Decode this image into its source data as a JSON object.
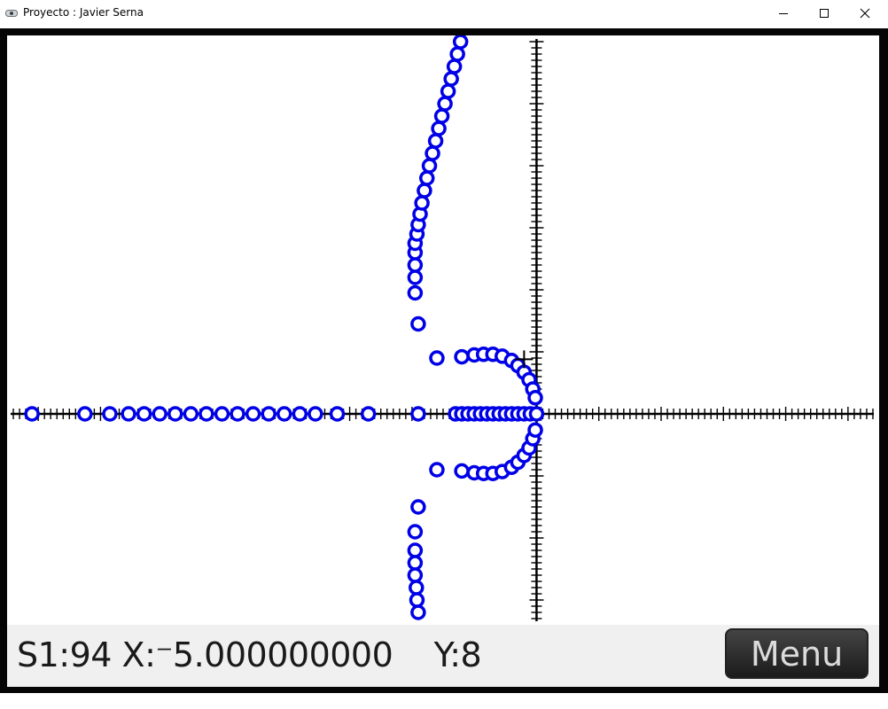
{
  "window": {
    "title": "Proyecto : Javier Serna"
  },
  "controls": {
    "minimize": "minimize-icon",
    "maximize": "maximize-icon",
    "close": "close-icon"
  },
  "status": {
    "text": "S1:94 X:⁻5.000000000    Y:8"
  },
  "menu": {
    "label": "Menu"
  },
  "colors": {
    "points": "#0000e8",
    "axis": "#000000",
    "frame": "#050505",
    "status_bg": "#f0f0f0"
  },
  "chart_data": {
    "type": "scatter",
    "title": "",
    "xlabel": "",
    "ylabel": "",
    "grid": false,
    "xlim": [
      -8.5,
      5.5
    ],
    "ylim": [
      -3.4,
      6.1
    ],
    "axis_ticks": "tick marks every 0.1 units on both axes, no tick labels",
    "series": [
      {
        "points": [
          [
            -8.1,
            0
          ],
          [
            -7.25,
            0
          ],
          [
            -6.85,
            0
          ],
          [
            -6.55,
            0
          ],
          [
            -6.3,
            0
          ],
          [
            -6.05,
            0
          ],
          [
            -5.8,
            0
          ],
          [
            -5.55,
            0
          ],
          [
            -5.3,
            0
          ],
          [
            -5.05,
            0
          ],
          [
            -4.8,
            0
          ],
          [
            -4.55,
            0
          ],
          [
            -4.3,
            0
          ],
          [
            -4.05,
            0
          ],
          [
            -3.8,
            0
          ],
          [
            -3.55,
            0
          ],
          [
            -3.2,
            0
          ],
          [
            -2.7,
            0
          ],
          [
            -1.9,
            0
          ],
          [
            -1.3,
            0
          ],
          [
            -1.2,
            0
          ],
          [
            -1.1,
            0
          ],
          [
            -1.0,
            0
          ],
          [
            -0.9,
            0
          ],
          [
            -0.8,
            0
          ],
          [
            -0.7,
            0
          ],
          [
            -0.6,
            0
          ],
          [
            -0.5,
            0
          ],
          [
            -0.4,
            0
          ],
          [
            -0.3,
            0
          ],
          [
            -0.2,
            0
          ],
          [
            -0.1,
            0
          ],
          [
            0,
            0
          ],
          [
            -1.6,
            0.9
          ],
          [
            -1.2,
            0.92
          ],
          [
            -1.0,
            0.95
          ],
          [
            -0.85,
            0.96
          ],
          [
            -0.7,
            0.96
          ],
          [
            -0.55,
            0.93
          ],
          [
            -0.4,
            0.86
          ],
          [
            -0.3,
            0.78
          ],
          [
            -0.2,
            0.67
          ],
          [
            -0.12,
            0.55
          ],
          [
            -0.06,
            0.4
          ],
          [
            -0.02,
            0.26
          ],
          [
            -1.6,
            -0.9
          ],
          [
            -1.2,
            -0.92
          ],
          [
            -1.0,
            -0.95
          ],
          [
            -0.85,
            -0.96
          ],
          [
            -0.7,
            -0.96
          ],
          [
            -0.55,
            -0.93
          ],
          [
            -0.4,
            -0.86
          ],
          [
            -0.3,
            -0.78
          ],
          [
            -0.2,
            -0.67
          ],
          [
            -0.12,
            -0.55
          ],
          [
            -0.06,
            -0.4
          ],
          [
            -0.02,
            -0.26
          ],
          [
            -1.9,
            1.45
          ],
          [
            -1.95,
            1.95
          ],
          [
            -1.95,
            2.2
          ],
          [
            -1.95,
            2.4
          ],
          [
            -1.95,
            2.6
          ],
          [
            -1.95,
            2.75
          ],
          [
            -1.92,
            2.9
          ],
          [
            -1.9,
            3.05
          ],
          [
            -1.87,
            3.22
          ],
          [
            -1.84,
            3.4
          ],
          [
            -1.8,
            3.6
          ],
          [
            -1.76,
            3.8
          ],
          [
            -1.72,
            4.0
          ],
          [
            -1.67,
            4.2
          ],
          [
            -1.62,
            4.4
          ],
          [
            -1.57,
            4.6
          ],
          [
            -1.52,
            4.8
          ],
          [
            -1.47,
            5.0
          ],
          [
            -1.42,
            5.2
          ],
          [
            -1.37,
            5.4
          ],
          [
            -1.32,
            5.6
          ],
          [
            -1.27,
            5.8
          ],
          [
            -1.22,
            6.0
          ],
          [
            -1.9,
            -1.5
          ],
          [
            -1.95,
            -1.9
          ],
          [
            -1.95,
            -2.2
          ],
          [
            -1.95,
            -2.4
          ],
          [
            -1.95,
            -2.6
          ],
          [
            -1.93,
            -2.8
          ],
          [
            -1.92,
            -3.0
          ],
          [
            -1.9,
            -3.2
          ]
        ]
      }
    ]
  }
}
